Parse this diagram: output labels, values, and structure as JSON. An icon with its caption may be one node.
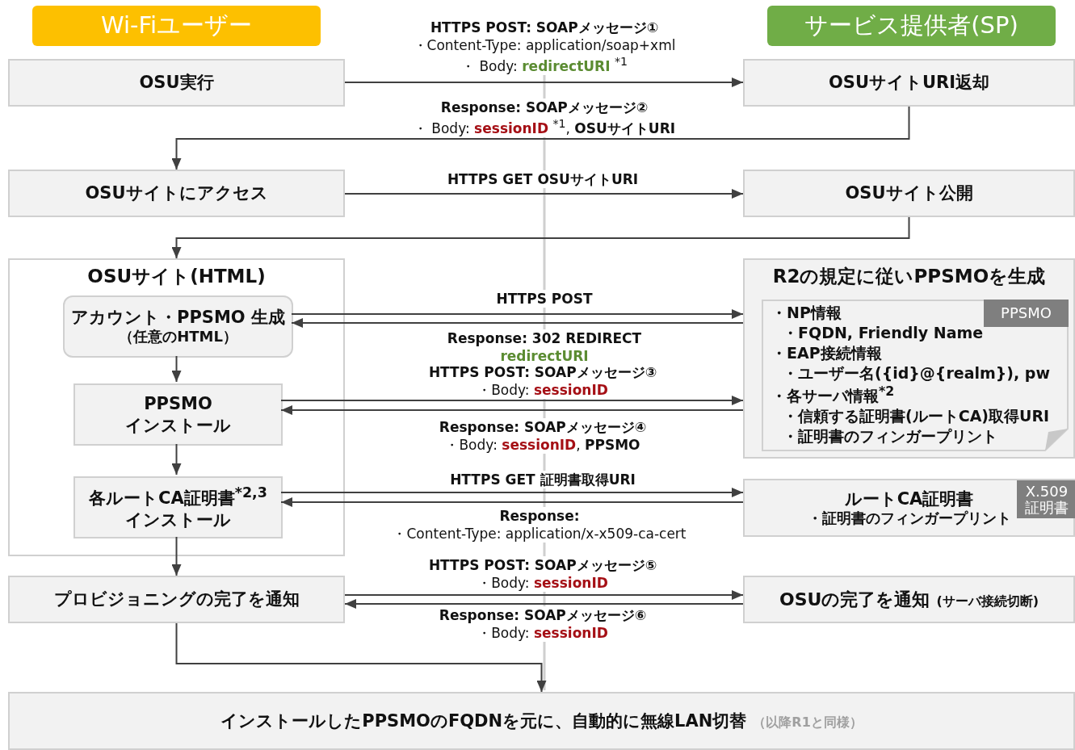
{
  "diagram": {
    "nodes": [
      {
        "text": [
          "Wi-Fiユーザー"
        ]
      },
      {
        "text": [
          "サービス提供者(SP)"
        ]
      },
      {
        "text": [
          "OSU実行"
        ]
      },
      {
        "text": [
          "OSUサイトURI返却"
        ]
      },
      {
        "text": [
          "OSUサイトにアクセス"
        ]
      },
      {
        "text": [
          "OSUサイト公開"
        ]
      },
      {
        "text": [
          "OSUサイト(HTML)"
        ]
      },
      {
        "text": [
          "アカウント・PPSMO 生成",
          "（任意のHTML）"
        ],
        "in": 6
      },
      {
        "text": [
          "PPSMO インストール"
        ],
        "in": 6
      },
      {
        "text": [
          "各ルートCA証明書$^{*2,3}$ インストール"
        ],
        "in": 6
      },
      {
        "text": [
          "R2の規定に従いPPSMOを生成"
        ]
      },
      {
        "text": [
          "・NP情報",
          "・FQDN, Friendly Name",
          "・EAP接続情報",
          "・ユーザー名({id}@{realm}), pw",
          "・各サーバ情報$^{*2}$",
          "・信頼する証明書(ルートCA)取得URI",
          "・証明書のフィンガープリント"
        ],
        "in": 10
      },
      {
        "text": [
          "PPSMO"
        ],
        "in": 11
      },
      {
        "text": [
          "ルートCA証明書",
          "・証明書のフィンガープリント"
        ]
      },
      {
        "text": [
          "X.509 証明書"
        ],
        "in": 13
      },
      {
        "text": [
          "プロビジョニングの完了を通知"
        ]
      },
      {
        "text": [
          "OSUの完了を通知",
          "(サーバ接続切断)"
        ]
      },
      {
        "text": [
          "インストールしたPPSMOのFQDNを元に、自動的に無線LAN切替",
          "（以降R1と同様）"
        ]
      }
    ],
    "edges": [
      {
        "from": 2,
        "to": 3,
        "arrow": "to",
        "label": "**HTTPS POST: SOAPメッセージ①** ・Content-Type: application/soap+xml ・ Body: **redirectURI** $^{*1}$"
      },
      {
        "from": 3,
        "to": 4,
        "arrow": "to",
        "label": "**Response: SOAPメッセージ②** ・ Body: **sessionID** $^{*1}$, **OSUサイトURI**"
      },
      {
        "from": 4,
        "to": 5,
        "arrow": "to",
        "label": "HTTPS GET OSUサイトURI"
      },
      {
        "from": 5,
        "to": 6,
        "arrow": "to"
      },
      {
        "from": 7,
        "to": 10,
        "arrow": "to",
        "label": "HTTPS POST"
      },
      {
        "from": 10,
        "to": 7,
        "arrow": "to",
        "label": "Response: 302 REDIRECT **redirectURI**"
      },
      {
        "from": 7,
        "to": 8,
        "arrow": "to"
      },
      {
        "from": 8,
        "to": 10,
        "arrow": "to",
        "label": "**HTTPS POST: SOAPメッセージ③** ・Body: **sessionID**"
      },
      {
        "from": 10,
        "to": 8,
        "arrow": "to",
        "label": "**Response: SOAPメッセージ④** ・Body: **sessionID**, **PPSMO**"
      },
      {
        "from": 8,
        "to": 9,
        "arrow": "to"
      },
      {
        "from": 9,
        "to": 13,
        "arrow": "to",
        "label": "HTTPS GET 証明書取得URI"
      },
      {
        "from": 13,
        "to": 9,
        "arrow": "to",
        "label": "**Response:** ・Content-Type: application/x-x509-ca-cert"
      },
      {
        "from": 9,
        "to": 15,
        "arrow": "to"
      },
      {
        "from": 15,
        "to": 16,
        "arrow": "to",
        "label": "**HTTPS POST: SOAPメッセージ⑤** ・Body: **sessionID**"
      },
      {
        "from": 16,
        "to": 15,
        "arrow": "to",
        "label": "**Response: SOAPメッセージ⑥** ・Body: **sessionID**"
      },
      {
        "from": 15,
        "to": 17,
        "arrow": "to"
      }
    ]
  }
}
